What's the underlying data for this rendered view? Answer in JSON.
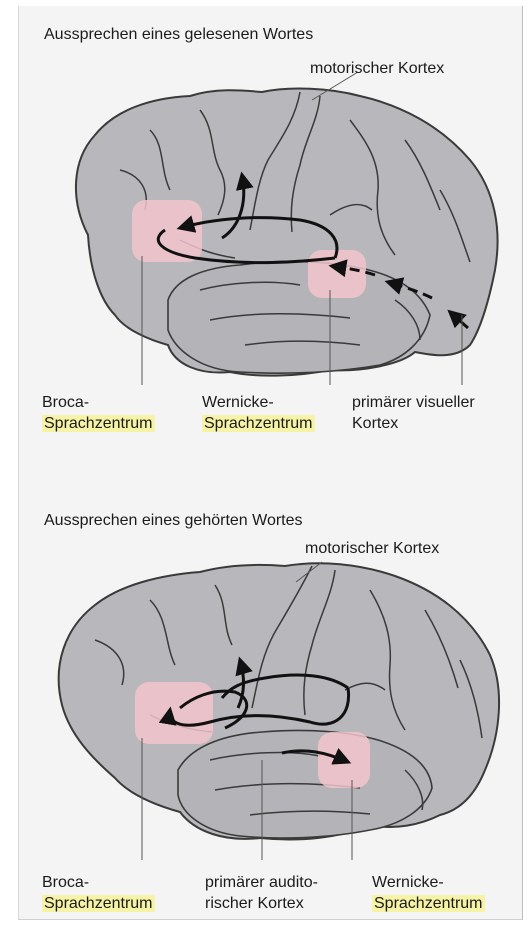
{
  "panels": [
    {
      "title": "Aussprechen eines gelesenen Wortes",
      "motor_label": "motorischer Kortex",
      "labels": [
        {
          "line1": "Broca-",
          "line2": "Sprachzentrum"
        },
        {
          "line1": "Wernicke-",
          "line2": "Sprachzentrum"
        },
        {
          "line1": "primärer visueller",
          "line2": "Kortex"
        }
      ]
    },
    {
      "title": "Aussprechen eines gehörten Wortes",
      "motor_label": "motorischer Kortex",
      "labels": [
        {
          "line1": "Broca-",
          "line2": "Sprachzentrum"
        },
        {
          "line1": "primärer audito-",
          "line2": "rischer Kortex"
        },
        {
          "line1": "Wernicke-",
          "line2": "Sprachzentrum"
        }
      ]
    }
  ],
  "colors": {
    "brain_fill": "#b8b8bc",
    "brain_outline": "#3a3a3a",
    "highlight_region": "#f2c4cc",
    "label_highlight": "#f7f3a6",
    "arrow": "#111111"
  }
}
